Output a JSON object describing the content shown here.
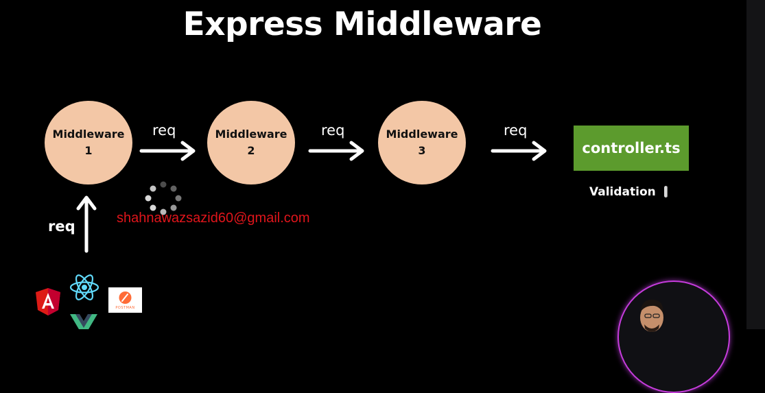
{
  "title": "Express Middleware",
  "nodes": [
    {
      "line1": "Middleware",
      "line2": "1"
    },
    {
      "line1": "Middleware",
      "line2": "2"
    },
    {
      "line1": "Middleware",
      "line2": "3"
    }
  ],
  "edge_labels": {
    "m1_to_m2": "req",
    "m2_to_m3": "req",
    "m3_to_controller": "req",
    "client_to_m1": "req"
  },
  "controller": {
    "label": "controller.ts"
  },
  "validation": {
    "label": "Validation"
  },
  "email": "shahnawazsazid60@gmail.com",
  "client_icons": [
    "angular-icon",
    "react-icon",
    "vue-icon",
    "postman-icon"
  ],
  "postman_label": "POSTMAN",
  "colors": {
    "background": "#000000",
    "node_fill": "#f3c7a6",
    "controller_fill": "#5c9b2d",
    "email": "#e0151b",
    "avatar_ring": "#c63cdc"
  }
}
